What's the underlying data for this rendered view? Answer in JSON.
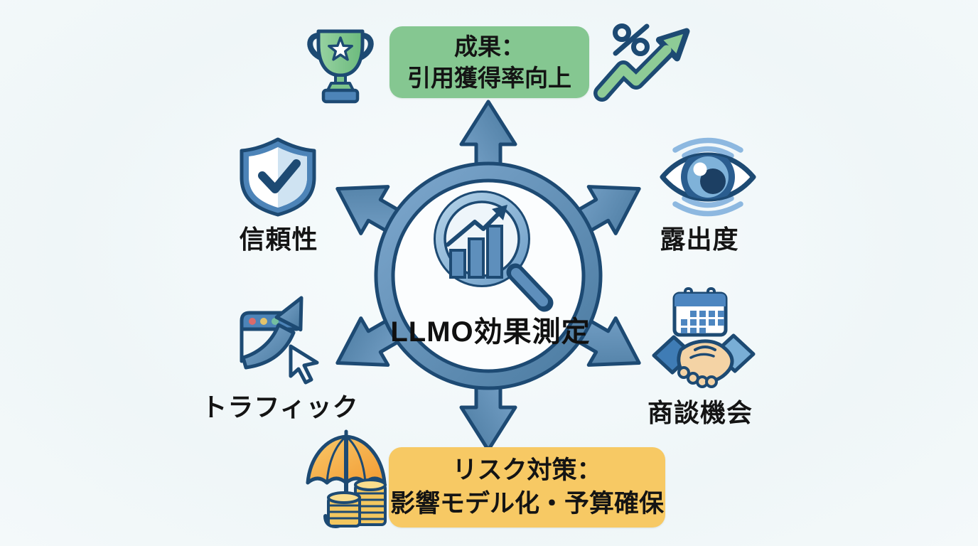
{
  "hub": {
    "label": "LLMO効果測定",
    "icon": "magnifier-bar-chart-icon"
  },
  "outcome_box": {
    "line1": "成果：",
    "line2": "引用獲得率向上",
    "color": "#85c791",
    "side_icons": [
      "trophy-icon",
      "percent-growth-icon"
    ]
  },
  "risk_box": {
    "line1": "リスク対策：",
    "line2": "影響モデル化・予算確保",
    "color": "#f7c964",
    "side_icon": "umbrella-savings-icon"
  },
  "nodes": [
    {
      "id": "reliability",
      "label": "信頼性",
      "icon": "shield-check-icon",
      "position": "upper-left"
    },
    {
      "id": "exposure",
      "label": "露出度",
      "icon": "eye-icon",
      "position": "upper-right"
    },
    {
      "id": "traffic",
      "label": "トラフィック",
      "icon": "browser-growth-cursor-icon",
      "position": "lower-left"
    },
    {
      "id": "deals",
      "label": "商談機会",
      "icon": "handshake-calendar-icon",
      "position": "lower-right"
    }
  ],
  "colors": {
    "background": "#f2f8fa",
    "arrow_fill": "#5e8fbc",
    "arrow_outline": "#1d4a73",
    "green_box": "#85c791",
    "yellow_box": "#f7c964",
    "accent_green": "#8ecb96",
    "accent_orange": "#f4a844",
    "coin_yellow": "#f3c75f",
    "skin": "#f4d3a5",
    "light_blue": "#8db8e0",
    "text": "#141414"
  }
}
